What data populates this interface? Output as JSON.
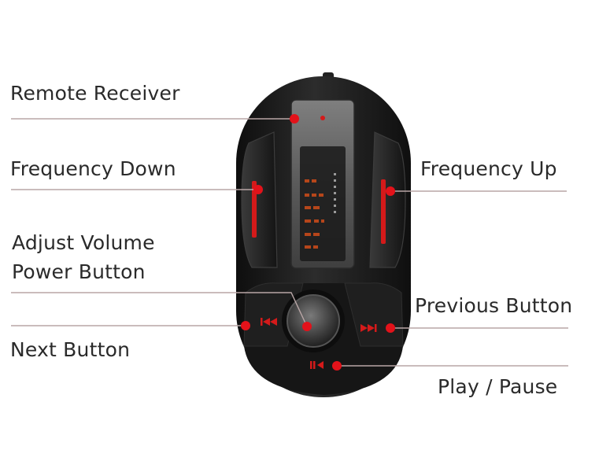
{
  "labels": {
    "remote_receiver": "Remote Receiver",
    "frequency_down": "Frequency Down",
    "frequency_up": "Frequency Up",
    "adjust_volume": "Adjust Volume",
    "power_button": "Power Button",
    "previous_button": "Previous Button",
    "next_button": "Next Button",
    "play_pause": "Play / Pause"
  },
  "colors": {
    "callout_dot": "#e3121a",
    "leader_line": "#b9a6a6",
    "device_body": "#1c1c1c",
    "accent": "#d41a1a"
  },
  "icons": {
    "previous": "skip-back-icon",
    "next": "skip-forward-icon",
    "play_pause": "play-pause-icon"
  }
}
